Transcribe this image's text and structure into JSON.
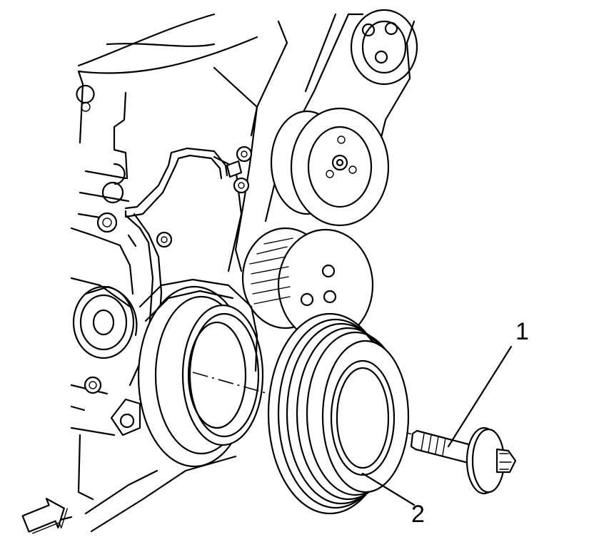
{
  "callouts": [
    {
      "id": "1",
      "label": "1"
    },
    {
      "id": "2",
      "label": "2"
    }
  ],
  "icons": {
    "view_arrow": "direction-arrow-icon"
  }
}
